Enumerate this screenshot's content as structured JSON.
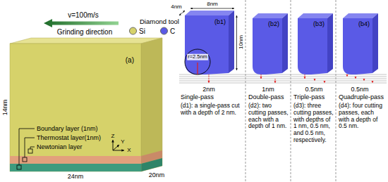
{
  "diagram": {
    "nodes": [
      {
        "text": [
          "(a)"
        ]
      },
      {
        "text": [
          "(b1)"
        ]
      },
      {
        "text": [
          "(b2)"
        ]
      },
      {
        "text": [
          "(b3)"
        ]
      },
      {
        "text": [
          "(b4)"
        ]
      }
    ],
    "labels": [
      "v=100m/s",
      "Grinding direction",
      "Diamond tool",
      "4nm",
      "8nm",
      "10nm",
      "r=2.5nm",
      "2nm",
      "1nm",
      "0.5nm",
      "0.5nm",
      "Single-pass",
      "(d1): a single-pass cut with a depth of 2 nm.",
      "Double-pass",
      "(d2): two cutting passes, each with a depth of 1 nm.",
      "Triple-pass",
      "(d3): three cutting passes, with depths of 1 nm, 0.5 nm, and 0.5 nm, respectively.",
      "Quadruple-pass",
      "(d4): four cutting passes, each with a depth of 0.5 nm.",
      "Boundary layer (1nm)",
      "Thermostat layer(1nm)",
      "Newtonian layer",
      "Z",
      "Y",
      "X",
      "14nm",
      "24nm",
      "20nm"
    ],
    "legend": [
      {
        "text": "Si",
        "color": "#d6d26a"
      },
      {
        "text": "C",
        "color": "#5a5ae6"
      }
    ]
  }
}
